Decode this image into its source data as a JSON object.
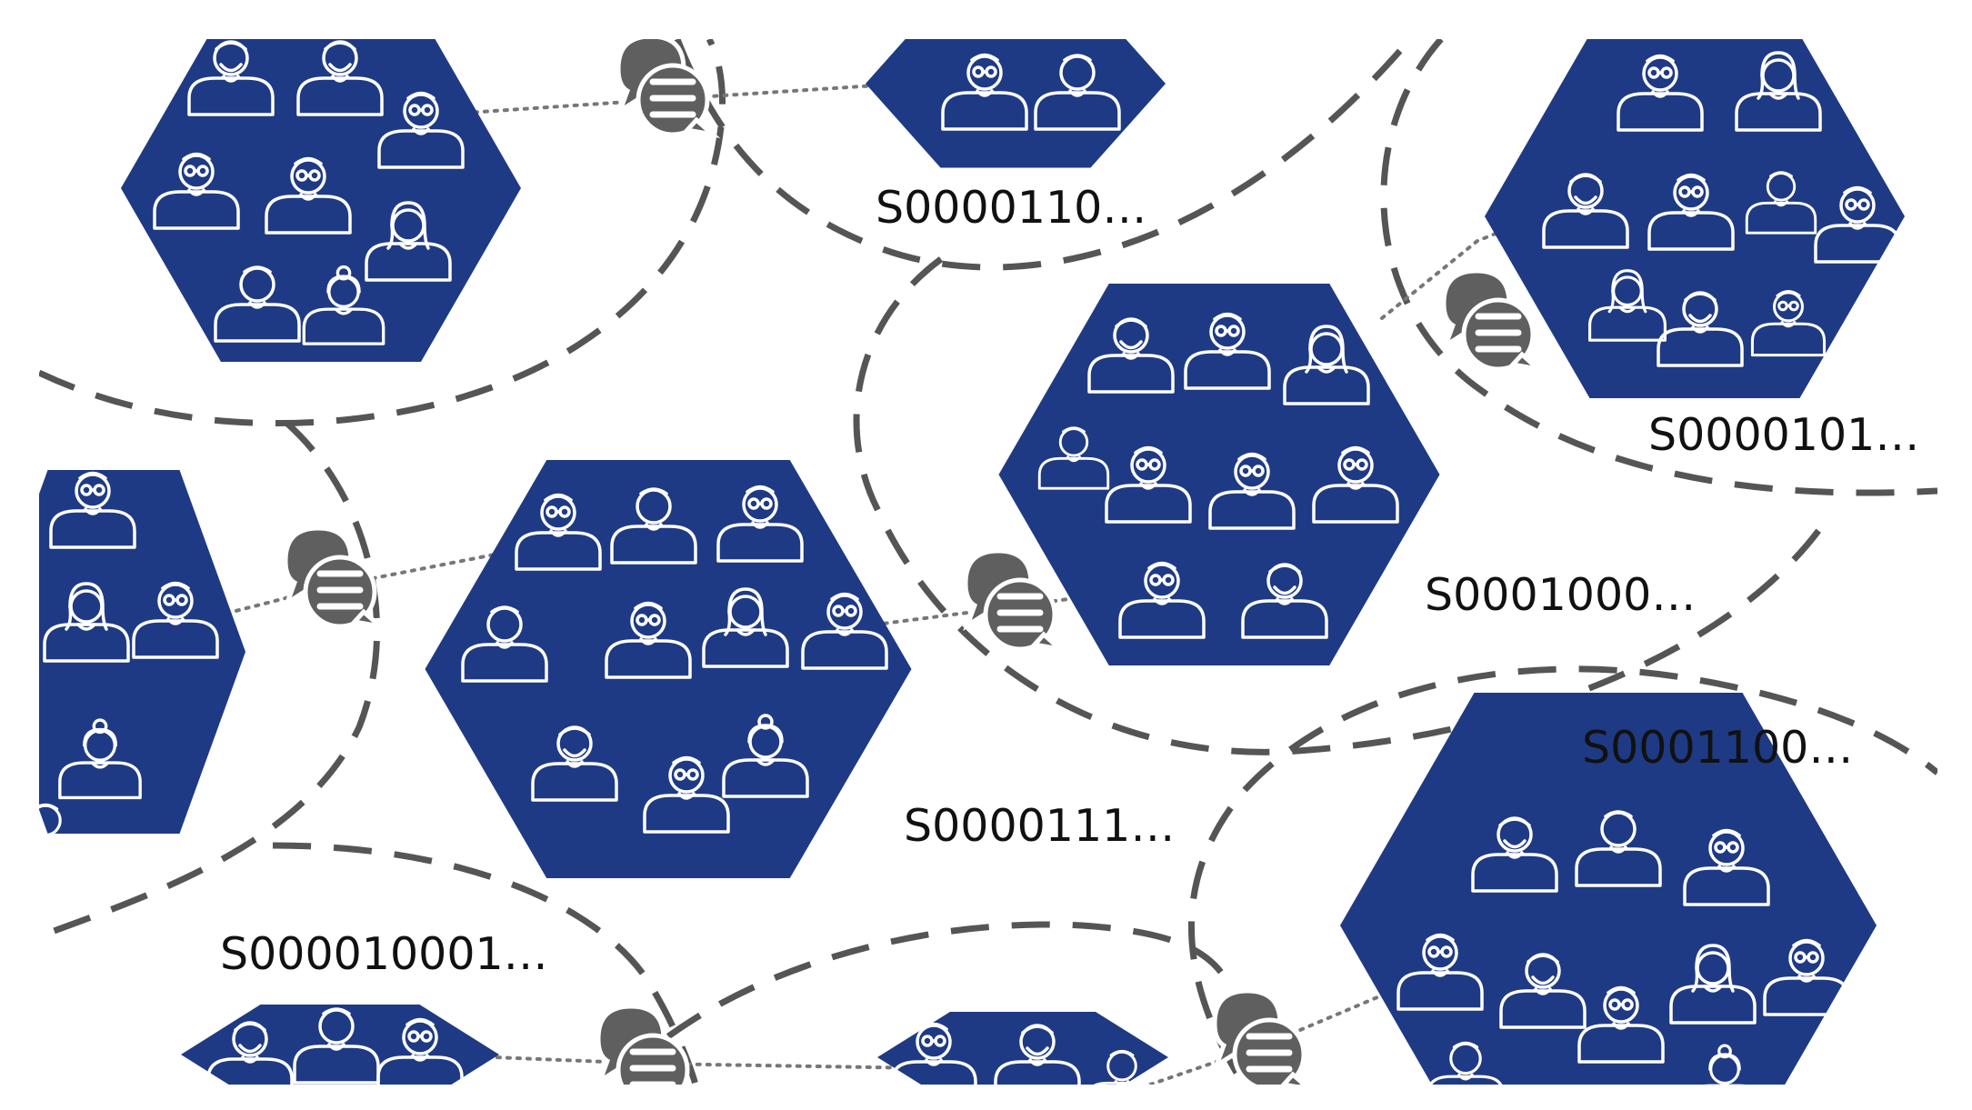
{
  "colors": {
    "cluster_fill": "#1f3a84",
    "person_stroke": "#ffffff",
    "boundary": "#555555",
    "link": "#777777",
    "bubble": "#5f5f5f",
    "label_text": "#111111"
  },
  "labels": {
    "s0000110": "S0000110…",
    "s0000101": "S0000101…",
    "s0001000": "S0001000…",
    "s0000111": "S0000111…",
    "s0001100": "S0001100…",
    "s000010001": "S000010001…"
  },
  "icons": {
    "person": "person-icon",
    "chat_bubble": "chat-bubble-icon"
  }
}
